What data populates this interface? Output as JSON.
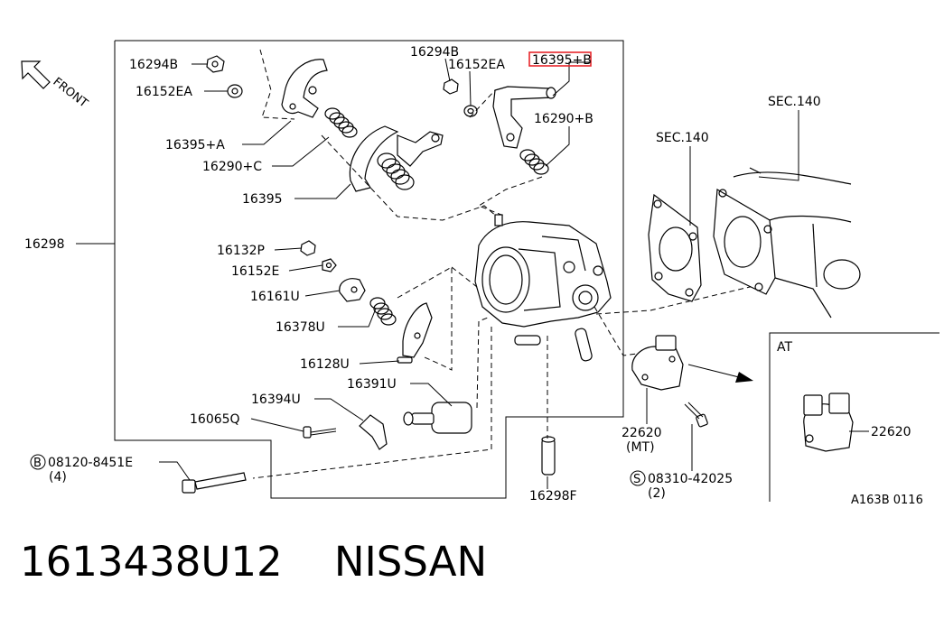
{
  "front_label": "FRONT",
  "labels": {
    "p16294B_left": "16294B",
    "p16152EA_left": "16152EA",
    "p16395A": "16395+A",
    "p16290C": "16290+C",
    "p16395": "16395",
    "p16298": "16298",
    "p16132P": "16132P",
    "p16152E": "16152E",
    "p16161U": "16161U",
    "p16378U": "16378U",
    "p16128U": "16128U",
    "p16391U": "16391U",
    "p16394U": "16394U",
    "p16065Q": "16065Q",
    "p08120_num": "08120-8451E",
    "p08120_qty": "(4)",
    "p16294B_top": "16294B",
    "p16152EA_top": "16152EA",
    "p16395B": "16395+B",
    "p16290B": "16290+B",
    "sec140_right": "SEC.140",
    "sec140_left": "SEC.140",
    "p22620_mt": "22620",
    "mt": "(MT)",
    "p08310_num": "08310-42025",
    "p08310_qty": "(2)",
    "p16298F": "16298F",
    "at": "AT",
    "p22620_at": "22620",
    "diagram_code": "A163B 0116"
  },
  "circled": {
    "bolt_b": "B",
    "screw_s": "S"
  },
  "highlight_color": "#e8262b",
  "caption": {
    "part_number": "1613438U12",
    "brand": "NISSAN"
  }
}
